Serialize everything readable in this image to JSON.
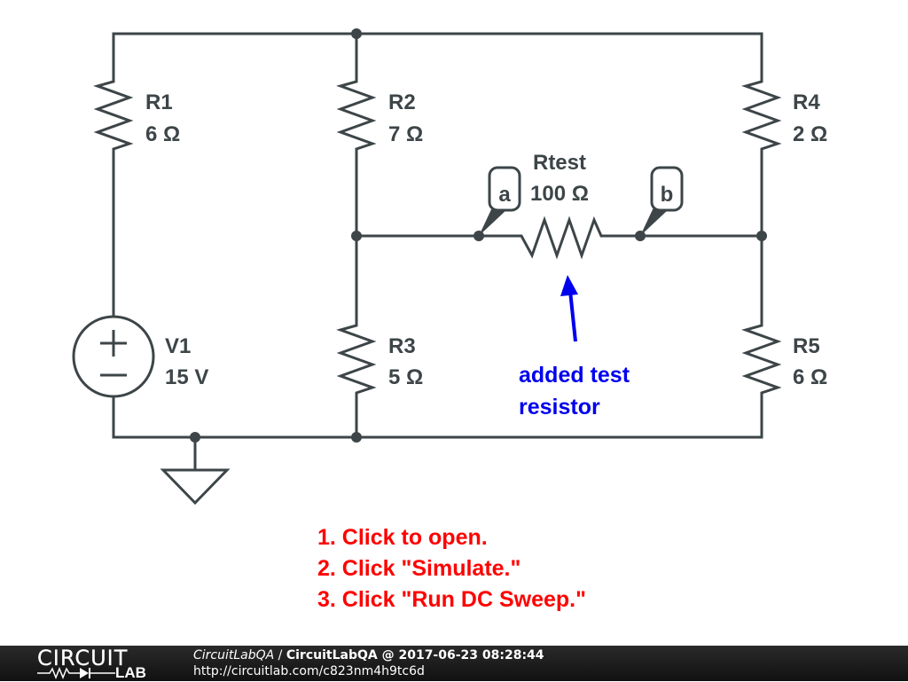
{
  "components": {
    "R1": {
      "name": "R1",
      "value": "6 Ω"
    },
    "R2": {
      "name": "R2",
      "value": "7 Ω"
    },
    "R3": {
      "name": "R3",
      "value": "5 Ω"
    },
    "R4": {
      "name": "R4",
      "value": "2 Ω"
    },
    "R5": {
      "name": "R5",
      "value": "6 Ω"
    },
    "Rtest": {
      "name": "Rtest",
      "value": "100 Ω"
    },
    "V1": {
      "name": "V1",
      "value": "15 V"
    }
  },
  "probes": {
    "a": "a",
    "b": "b"
  },
  "source_symbols": {
    "plus": "+",
    "minus": "−"
  },
  "annotation": {
    "lines": [
      "added test",
      "resistor"
    ],
    "color": "#0000ee"
  },
  "instructions": {
    "lines": [
      "1. Click to open.",
      "2. Click \"Simulate.\"",
      "3. Click \"Run DC Sweep.\""
    ],
    "color": "#ff0000"
  },
  "footer": {
    "logo_top": "CIRCUIT",
    "logo_bottom": "LAB",
    "owner": "CircuitLabQA",
    "separator": " / ",
    "title": "CircuitLabQA @ 2017-06-23 08:28:44",
    "url": "http://circuitlab.com/c823nm4h9tc6d"
  },
  "colors": {
    "wire": "#3d4548",
    "footer_bg": "#1a1a1a"
  }
}
